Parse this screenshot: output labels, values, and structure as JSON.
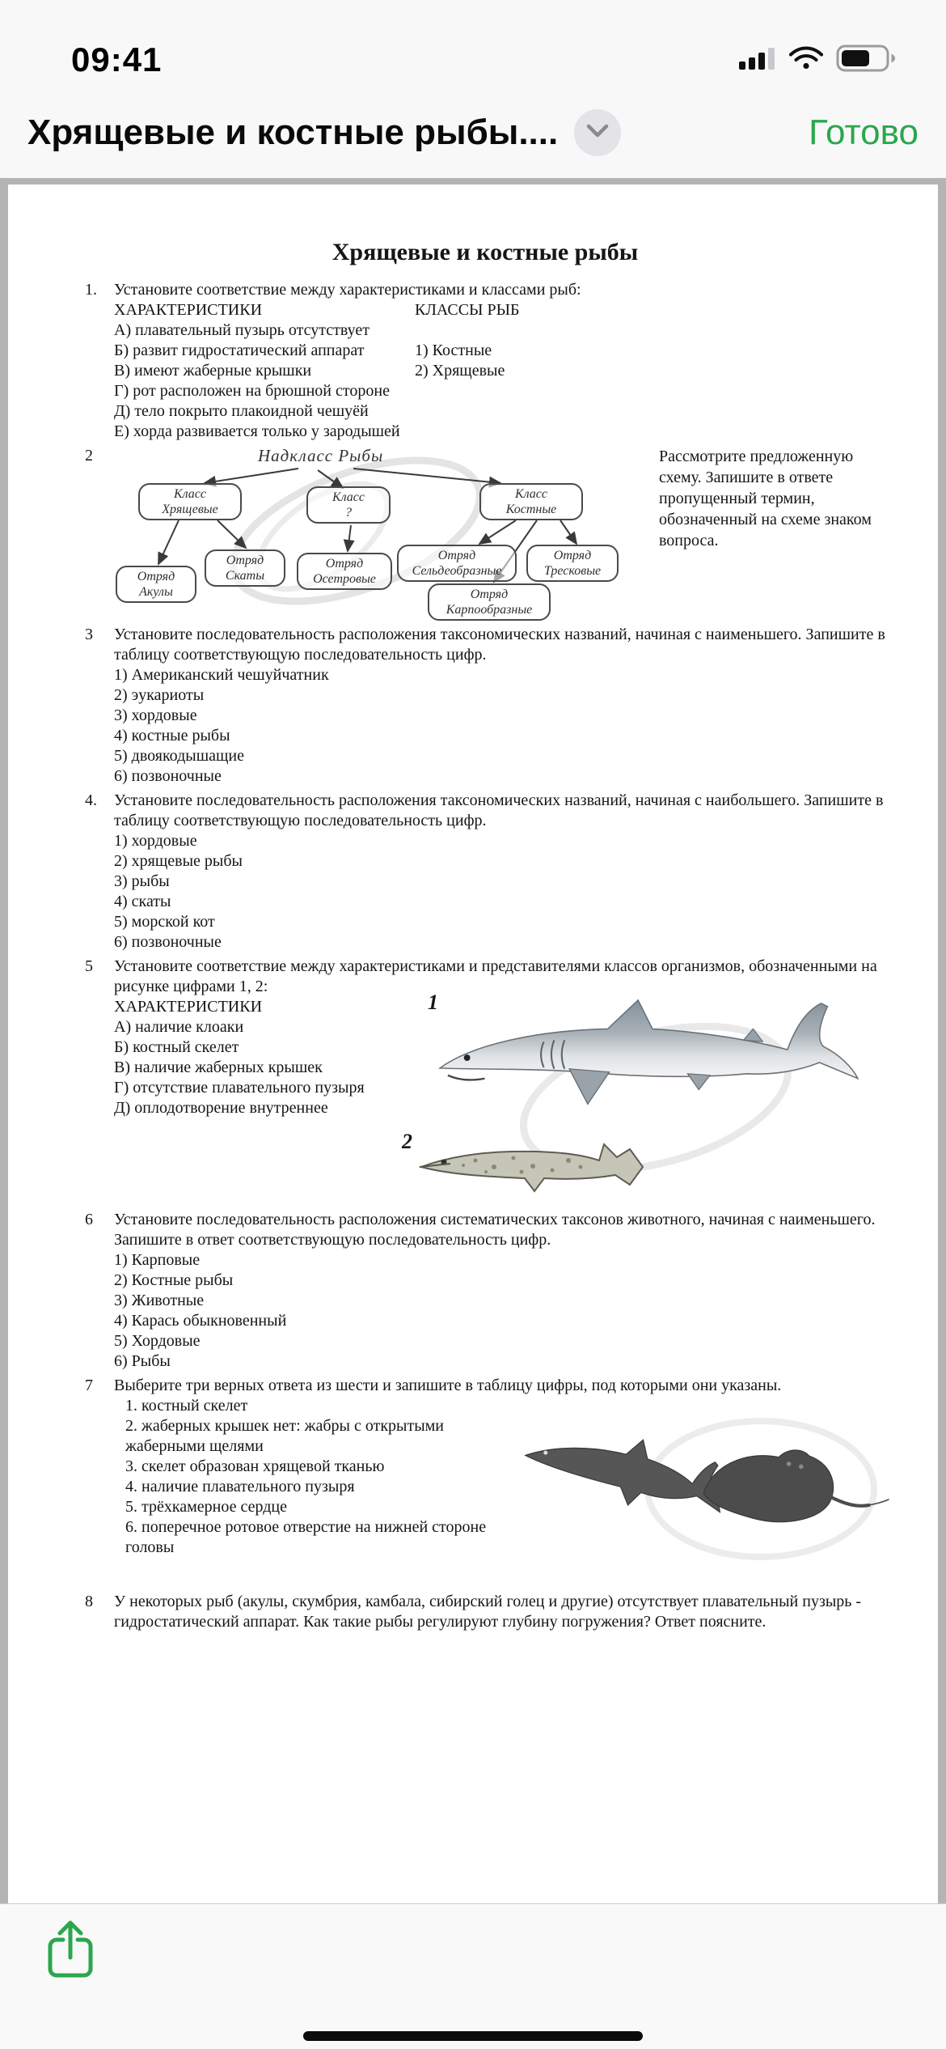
{
  "colors": {
    "accent_green": "#2ba64e",
    "viewer_background": "#b4b4b4",
    "chrome_background": "#f8f8f8",
    "page_background": "#ffffff"
  },
  "icons": {
    "status": [
      "cellular-signal-icon",
      "wifi-icon",
      "battery-icon"
    ],
    "nav": [
      "chevron-down-icon"
    ],
    "toolbar": [
      "share-icon"
    ]
  },
  "status": {
    "time": "09:41"
  },
  "nav": {
    "title": "Хрящевые и костные рыбы....",
    "done": "Готово"
  },
  "doc": {
    "title": "Хрящевые и костные рыбы",
    "q1": {
      "num": "1.",
      "intro": "Установите соответствие между характеристиками и классами рыб:",
      "left_header": "ХАРАКТЕРИСТИКИ",
      "right_header": "КЛАССЫ РЫБ",
      "items": [
        "А) плавательный пузырь отсутствует",
        "Б) развит гидростатический аппарат",
        "В) имеют жаберные крышки",
        "Г) рот расположен на брюшной стороне",
        "Д) тело покрыто плакоидной чешуёй",
        "Е) хорда развивается только у зародышей"
      ],
      "classes": [
        "1) Костные",
        "2) Хрящевые"
      ]
    },
    "q2": {
      "num": "2",
      "root": "Надкласс Рыбы",
      "boxes": [
        "Класс\nХрящевые",
        "Класс\n?",
        "Класс\nКостные",
        "Отряд\nАкулы",
        "Отряд\nСкаты",
        "Отряд\nОсетровые",
        "Отряд\nСельдеобразные",
        "Отряд\nТресковые",
        "Отряд\nКарпообразные"
      ],
      "side_text": "Рассмотрите предложенную схему. Запишите в ответе пропущенный термин, обозначенный на схеме знаком вопроса."
    },
    "q3": {
      "num": "3",
      "intro": "Установите последовательность расположения таксономических названий, начиная с наименьшего. Запишите в таблицу соответствующую последовательность цифр.",
      "items": [
        "1) Американский чешуйчатник",
        "2) эукариоты",
        "3) хордовые",
        "4) костные рыбы",
        "5) двоякодышащие",
        "6) позвоночные"
      ]
    },
    "q4": {
      "num": "4.",
      "intro": "Установите последовательность расположения таксономических названий, начиная с наибольшего. Запишите в таблицу соответствующую последовательность цифр.",
      "items": [
        "1) хордовые",
        "2) хрящевые рыбы",
        "3) рыбы",
        "4) скаты",
        "5) морской кот",
        "6) позвоночные"
      ]
    },
    "q5": {
      "num": "5",
      "intro": "Установите соответствие между характеристиками и представителями классов организмов, обозначенными на рисунке цифрами 1, 2:",
      "header": "ХАРАКТЕРИСТИКИ",
      "items": [
        "А) наличие клоаки",
        "Б) костный скелет",
        "В) наличие жаберных крышек",
        "Г) отсутствие плавательного пузыря",
        "Д) оплодотворение внутреннее"
      ],
      "fig_labels": [
        "1",
        "2"
      ]
    },
    "q6": {
      "num": "6",
      "intro": "Установите последовательность расположения систематических таксонов животного, начиная с наименьшего. Запишите в ответ соответствующую последовательность цифр.",
      "items": [
        "1) Карповые",
        "2) Костные рыбы",
        "3) Животные",
        "4) Карась обыкновенный",
        "5) Хордовые",
        "6) Рыбы"
      ]
    },
    "q7": {
      "num": "7",
      "intro": "Выберите три верных ответа из шести и запишите в таблицу цифры, под которыми они указаны.",
      "items": [
        "1. костный скелет",
        "2. жаберных крышек нет: жабры с открытыми жаберными щелями",
        "3. скелет образован хрящевой тканью",
        "4. наличие плавательного пузыря",
        "5. трёхкамерное сердце",
        "6. поперечное ротовое отверстие на нижней стороне головы"
      ]
    },
    "q8": {
      "num": "8",
      "text": "У некоторых рыб (акулы, скумбрия, камбала, сибирский голец и другие) отсутствует плавательный пузырь - гидростатический аппарат. Как такие рыбы регулируют глубину погружения? Ответ поясните."
    }
  }
}
